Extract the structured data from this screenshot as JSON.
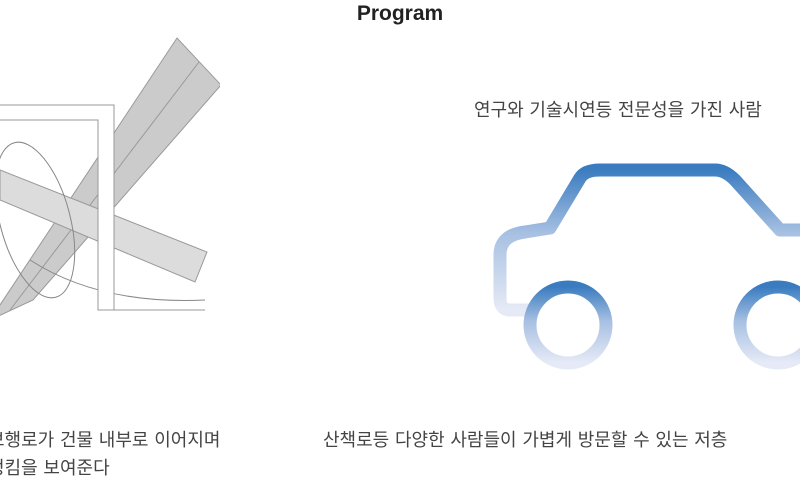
{
  "title": "Program",
  "left_caption": [
    "보행로가 건물 내부로 이어지며",
    "정킴을 보여준다"
  ],
  "right_top_caption": "연구와 기술시연등 전문성을 가진 사람",
  "right_bottom_caption": "산책로등 다양한 사람들이 가볍게 방문할 수 있는 저층",
  "colors": {
    "car_top": "#3b7cc0",
    "car_bottom": "#e6eaf6",
    "diagram_fill": "#cbcbcb"
  }
}
